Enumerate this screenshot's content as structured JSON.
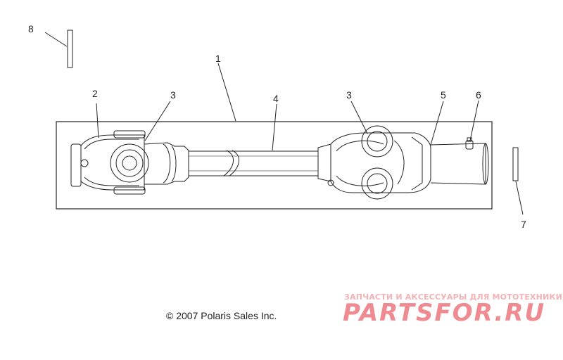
{
  "diagram": {
    "callouts": [
      {
        "id": "1",
        "label": "1"
      },
      {
        "id": "2",
        "label": "2"
      },
      {
        "id": "3a",
        "label": "3"
      },
      {
        "id": "4",
        "label": "4"
      },
      {
        "id": "3b",
        "label": "3"
      },
      {
        "id": "5",
        "label": "5"
      },
      {
        "id": "6",
        "label": "6"
      },
      {
        "id": "7",
        "label": "7"
      },
      {
        "id": "8",
        "label": "8"
      }
    ],
    "copyright": "© 2007 Polaris Sales Inc."
  },
  "watermark": {
    "tagline": "ЗАПЧАСТИ И АКСЕССУАРЫ ДЛЯ МОТОТЕХНИКИ",
    "logo": "PARTSFOR.RU"
  },
  "colors": {
    "line": "#222222",
    "watermark_light": "#f2b3b7",
    "watermark_dark": "#f08a91"
  }
}
